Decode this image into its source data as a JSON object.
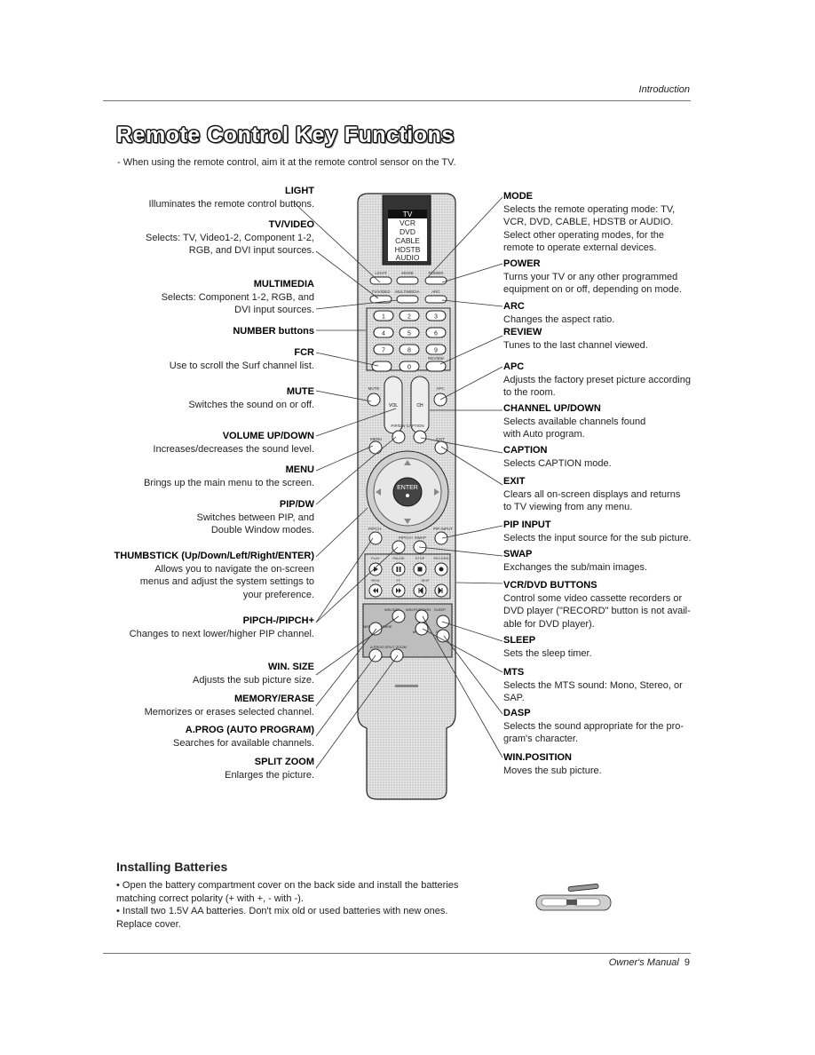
{
  "header": {
    "section": "Introduction"
  },
  "title": "Remote Control Key Functions",
  "intro": "-  When using the remote control, aim it at the remote control sensor on the TV.",
  "left_labels": [
    {
      "id": "light",
      "heading": "LIGHT",
      "desc": [
        "Illuminates the remote control buttons."
      ]
    },
    {
      "id": "tvvideo",
      "heading": "TV/VIDEO",
      "desc": [
        "Selects: TV, Video1-2, Component 1-2,",
        "RGB, and DVI input sources."
      ]
    },
    {
      "id": "multimedia",
      "heading": "MULTIMEDIA",
      "desc": [
        "Selects: Component 1-2, RGB, and",
        "DVI input sources."
      ]
    },
    {
      "id": "number",
      "heading": "NUMBER buttons",
      "desc": []
    },
    {
      "id": "fcr",
      "heading": "FCR",
      "desc": [
        "Use to scroll the Surf channel list."
      ]
    },
    {
      "id": "mute",
      "heading": "MUTE",
      "desc": [
        "Switches the sound on or off."
      ]
    },
    {
      "id": "volume",
      "heading": "VOLUME UP/DOWN",
      "desc": [
        "Increases/decreases the sound level."
      ]
    },
    {
      "id": "menu",
      "heading": "MENU",
      "desc": [
        "Brings up the main menu to the screen."
      ]
    },
    {
      "id": "pipdw",
      "heading": "PIP/DW",
      "desc": [
        "Switches between PIP, and",
        "Double Window modes."
      ]
    },
    {
      "id": "thumbstick",
      "heading": "THUMBSTICK (Up/Down/Left/Right/ENTER)",
      "desc": [
        "Allows you to navigate the on-screen",
        "menus and  adjust the system settings to",
        "your preference."
      ]
    },
    {
      "id": "pipch",
      "heading": "PIPCH-/PIPCH+",
      "desc": [
        "Changes to next lower/higher PIP channel."
      ]
    },
    {
      "id": "winsize",
      "heading": "WIN. SIZE",
      "desc": [
        "Adjusts the sub picture size."
      ]
    },
    {
      "id": "memory",
      "heading": "MEMORY/ERASE",
      "desc": [
        "Memorizes or erases selected channel."
      ]
    },
    {
      "id": "aprog",
      "heading": "A.PROG (AUTO PROGRAM)",
      "desc": [
        "Searches for available channels."
      ]
    },
    {
      "id": "splitzoom",
      "heading": "SPLIT ZOOM",
      "desc": [
        "Enlarges the picture."
      ]
    }
  ],
  "right_labels": [
    {
      "id": "mode",
      "heading": "MODE",
      "desc": [
        "Selects the remote operating mode: TV,",
        "VCR, DVD, CABLE, HDSTB or AUDIO.",
        "Select other operating modes, for the",
        "remote to operate external devices."
      ]
    },
    {
      "id": "power",
      "heading": "POWER",
      "desc": [
        "Turns your TV or any other programmed",
        "equipment on or off, depending on mode."
      ]
    },
    {
      "id": "arc",
      "heading": "ARC",
      "desc": [
        "Changes the aspect ratio."
      ]
    },
    {
      "id": "review",
      "heading": "REVIEW",
      "desc": [
        "Tunes to the last channel viewed."
      ]
    },
    {
      "id": "apc",
      "heading": "APC",
      "desc": [
        "Adjusts the factory preset picture according",
        "to the room."
      ]
    },
    {
      "id": "channel",
      "heading": "CHANNEL UP/DOWN",
      "desc": [
        "Selects  available  channels  found",
        "with Auto program."
      ]
    },
    {
      "id": "caption",
      "heading": "CAPTION",
      "desc": [
        "Selects CAPTION mode."
      ]
    },
    {
      "id": "exit",
      "heading": "EXIT",
      "desc": [
        "Clears all on-screen displays and returns",
        "to TV viewing from any menu."
      ]
    },
    {
      "id": "pipinput",
      "heading": "PIP INPUT",
      "desc": [
        "Selects the input source for the sub picture."
      ]
    },
    {
      "id": "swap",
      "heading": "SWAP",
      "desc": [
        "Exchanges the sub/main images."
      ]
    },
    {
      "id": "vcrdvd",
      "heading": "VCR/DVD BUTTONS",
      "desc": [
        "Control some video cassette recorders or",
        "DVD player (\"RECORD\" button is not avail-",
        "able for DVD player)."
      ]
    },
    {
      "id": "sleep",
      "heading": "SLEEP",
      "desc": [
        "Sets the sleep timer."
      ]
    },
    {
      "id": "mts",
      "heading": "MTS",
      "desc": [
        "Selects the MTS sound: Mono, Stereo, or",
        "SAP."
      ]
    },
    {
      "id": "dasp",
      "heading": "DASP",
      "desc": [
        "Selects the sound appropriate for the pro-",
        "gram's character."
      ]
    },
    {
      "id": "winposition",
      "heading": "WIN.POSITION",
      "desc": [
        "Moves the sub picture."
      ]
    }
  ],
  "remote": {
    "mode_list": [
      "TV",
      "VCR",
      "DVD",
      "CABLE",
      "HDSTB",
      "AUDIO"
    ],
    "top_buttons": [
      "LIGHT",
      "MODE",
      "POWER"
    ],
    "second_buttons": [
      "TV/VIDEO",
      "MULTIMEDIA",
      "ARC"
    ],
    "number_keys": [
      "1",
      "2",
      "3",
      "4",
      "5",
      "6",
      "7",
      "8",
      "9",
      "0"
    ],
    "fcr_label": "FCR",
    "review_label": "REVIEW",
    "mute_label": "MUTE",
    "apc_label": "APC",
    "vol_label": "VOL",
    "ch_label": "CH",
    "pipdw_caption": "PIP/DW  CAPTION",
    "menu_label": "MENU",
    "exit_label": "EXIT",
    "enter_label": "ENTER",
    "pipch_left": "PIPCH-",
    "pipch_mid": "PIPCH+ SWAP",
    "pip_input": "PIP INPUT",
    "vcr_top": [
      "PLAY",
      "PAUSE",
      "STOP",
      "RECORD"
    ],
    "vcr_bottom": [
      "REW",
      "FF",
      "SKIP"
    ],
    "lower_labels": [
      "WIN.SIZE",
      "WIN.POSITION",
      "SLEEP"
    ],
    "memory_label": "MEMORY/ERASE",
    "mts_label": "MTS",
    "dasp_label": "DASP",
    "aprog_split": "A.PROG  SPLIT ZOOM"
  },
  "batteries": {
    "title": "Installing Batteries",
    "items": [
      "• Open the battery compartment cover on the back side and install the batteries",
      "   matching correct polarity (+ with +, - with -).",
      "• Install two 1.5V AA batteries. Don't mix old or used batteries with new ones.",
      "   Replace cover."
    ]
  },
  "footer": {
    "text": "Owner's Manual",
    "page": "9"
  },
  "colors": {
    "remote_body": "#d9d9d9",
    "remote_dark": "#555555",
    "ink": "#111111"
  }
}
